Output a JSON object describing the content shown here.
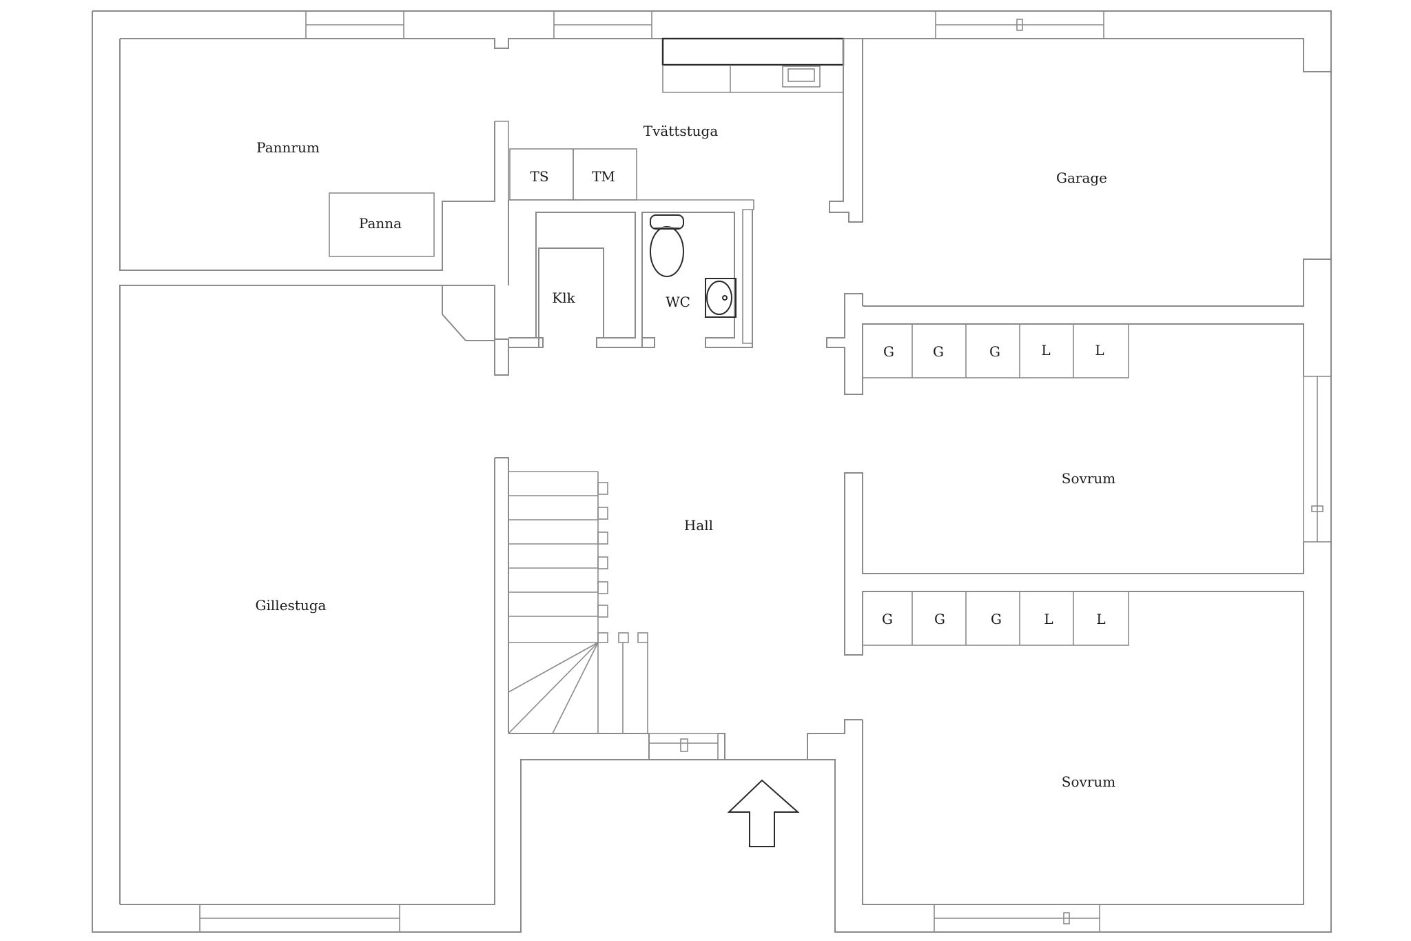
{
  "rooms": {
    "pannrum": "Pannrum",
    "panna": "Panna",
    "tvattstuga": "Tvättstuga",
    "ts": "TS",
    "tm": "TM",
    "garage": "Garage",
    "klk": "Klk",
    "wc": "WC",
    "gillestuga": "Gillestuga",
    "hall": "Hall",
    "sovrum_upper": "Sovrum",
    "sovrum_lower": "Sovrum"
  },
  "wardrobes_upper": [
    "G",
    "G",
    "G",
    "L",
    "L"
  ],
  "wardrobes_lower": [
    "G",
    "G",
    "G",
    "L",
    "L"
  ],
  "entrance_icon": "entrance-arrow-icon"
}
